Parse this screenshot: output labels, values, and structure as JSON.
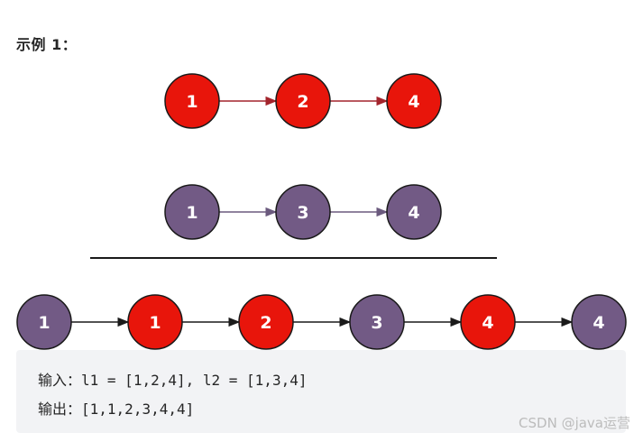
{
  "title": "示例 1：",
  "colors": {
    "red": "#e8150b",
    "purple": "#725a85",
    "red_arrow": "#a3242c",
    "purple_arrow": "#6b5a7e",
    "merged_arrow": "#1a1a1a"
  },
  "diagram": {
    "list1": {
      "nodes": [
        {
          "value": "1",
          "color": "red"
        },
        {
          "value": "2",
          "color": "red"
        },
        {
          "value": "4",
          "color": "red"
        }
      ]
    },
    "list2": {
      "nodes": [
        {
          "value": "1",
          "color": "purple"
        },
        {
          "value": "3",
          "color": "purple"
        },
        {
          "value": "4",
          "color": "purple"
        }
      ]
    },
    "merged": {
      "nodes": [
        {
          "value": "1",
          "color": "purple"
        },
        {
          "value": "1",
          "color": "red"
        },
        {
          "value": "2",
          "color": "red"
        },
        {
          "value": "3",
          "color": "purple"
        },
        {
          "value": "4",
          "color": "red"
        },
        {
          "value": "4",
          "color": "purple"
        }
      ]
    }
  },
  "code": {
    "input_label": "输入：",
    "input_value": "l1 = [1,2,4], l2 = [1,3,4]",
    "output_label": "输出：",
    "output_value": "[1,1,2,3,4,4]"
  },
  "watermark": "CSDN @java运营"
}
